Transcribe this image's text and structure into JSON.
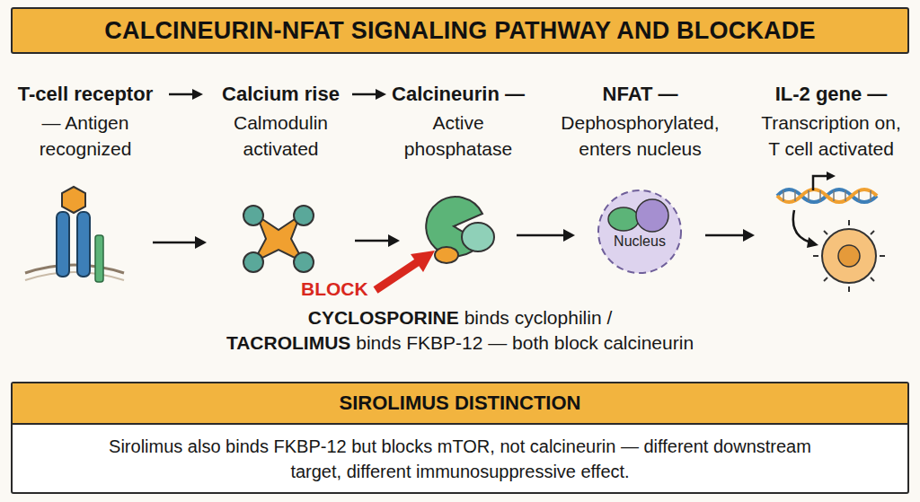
{
  "diagram": {
    "title": "CALCINEURIN-NFAT SIGNALING PATHWAY AND BLOCKADE",
    "nodes": [
      {
        "text": [
          "T-cell receptor",
          "— Antigen recognized"
        ]
      },
      {
        "text": [
          "Calcium rise",
          "Calmodulin activated"
        ]
      },
      {
        "text": [
          "Calcineurin —",
          "Active phosphatase"
        ]
      },
      {
        "text": [
          "NFAT —",
          "Dephosphorylated, enters nucleus"
        ]
      },
      {
        "text": [
          "Nucleus"
        ],
        "in": 3
      },
      {
        "text": [
          "IL-2 gene —",
          "Transcription on, T cell activated"
        ]
      },
      {
        "text": [
          "SIROLIMUS DISTINCTION",
          "Sirolimus also binds FKBP-12 but blocks mTOR, not calcineurin — different downstream target, different immunosuppressive effect."
        ]
      }
    ],
    "edges": [
      {
        "from": 0,
        "to": 1,
        "arrow": "to"
      },
      {
        "from": 1,
        "to": 2,
        "arrow": "to"
      },
      {
        "from": 2,
        "to": 3,
        "arrow": "to"
      },
      {
        "from": 3,
        "to": 5,
        "arrow": "to"
      }
    ],
    "labels": [
      "BLOCK",
      "CYCLOSPORINE",
      "binds cyclophilin /",
      "TACROLIMUS",
      "binds FKBP-12 — both block calcineurin"
    ]
  }
}
